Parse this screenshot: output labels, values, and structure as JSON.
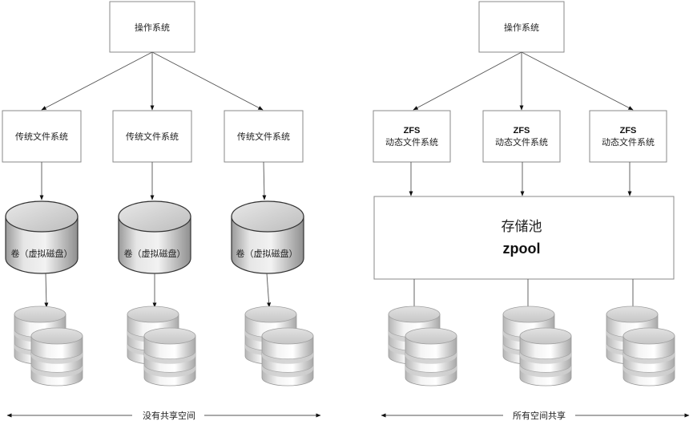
{
  "left": {
    "os_label": "操作系统",
    "fs_label": "传统文件系统",
    "volume_label": "卷（虚拟磁盘）",
    "axis_label": "没有共享空间"
  },
  "right": {
    "os_label": "操作系统",
    "fs_title": "ZFS",
    "fs_label": "动态文件系统",
    "pool_title": "存储池",
    "pool_sub": "zpool",
    "axis_label": "所有空间共享"
  }
}
